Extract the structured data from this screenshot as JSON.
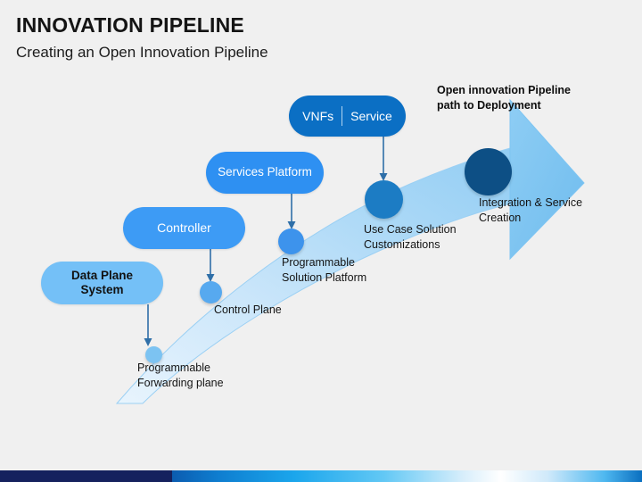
{
  "header": {
    "title": "INNOVATION PIPELINE",
    "subtitle": "Creating an Open Innovation Pipeline"
  },
  "callout": {
    "text": "Open innovation Pipeline\npath to Deployment"
  },
  "pills": [
    {
      "id": "data-plane",
      "label": "Data Plane\nSystem",
      "color": "#74c0f7",
      "text_color": "#111111"
    },
    {
      "id": "controller",
      "label": "Controller",
      "color": "#3d9bf5",
      "text_color": "#ffffff"
    },
    {
      "id": "services-platform",
      "label": "Services Platform",
      "color": "#2e90f2",
      "text_color": "#ffffff"
    },
    {
      "id": "vnfs-service",
      "label_left": "VNFs",
      "label_right": "Service",
      "color": "#0b6fc4",
      "text_color": "#ffffff"
    }
  ],
  "nodes": [
    {
      "id": "forwarding",
      "label": "Programmable\nForwarding plane",
      "color": "#7cc3f2",
      "size": 19
    },
    {
      "id": "control",
      "label": "Control Plane",
      "color": "#57a9ef",
      "size": 25
    },
    {
      "id": "solution",
      "label": "Programmable\nSolution Platform",
      "color": "#3d93ec",
      "size": 29
    },
    {
      "id": "usecase",
      "label": "Use Case Solution\nCustomizations",
      "color": "#1c7cc4",
      "size": 43
    },
    {
      "id": "integration",
      "label": "Integration & Service\nCreation",
      "color": "#0d4f85",
      "size": 53
    }
  ],
  "theme": {
    "background": "#f0f0f0",
    "arrow_fill_light": "#d9ecfb",
    "arrow_fill_mid": "#aed9f7",
    "arrow_head": "#7fc4f2",
    "arrow_stroke": "#8fcbf4",
    "connector_color": "#2f6fa8",
    "footer_navy": "#15215e"
  },
  "footer": {
    "navy_label": "navy-segment",
    "gradient_label": "blue-gradient-segment"
  }
}
